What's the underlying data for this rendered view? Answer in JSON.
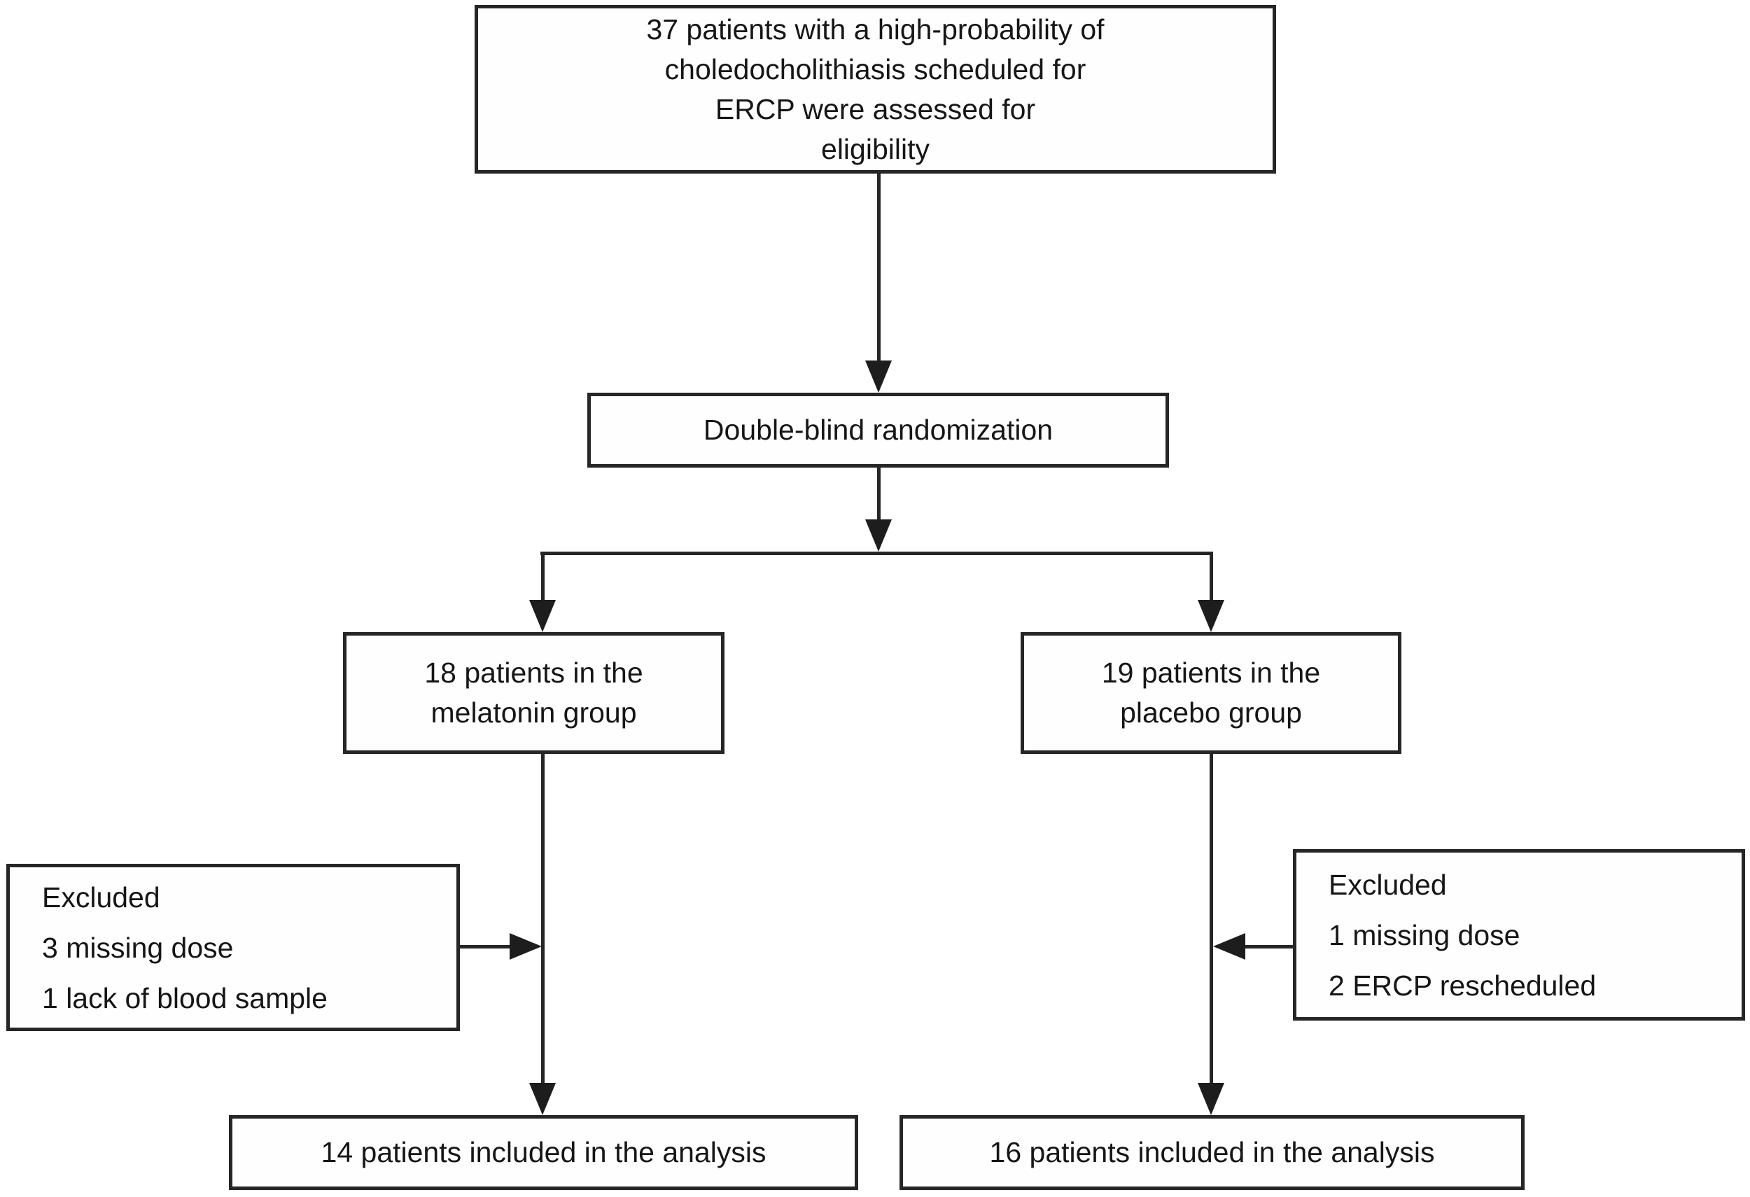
{
  "figure": {
    "colors": {
      "line": "#262626",
      "text": "#161616",
      "background": "#ffffff"
    },
    "boxes": {
      "eligibility": {
        "lines": [
          "37 patients with a high-probability of",
          "choledocholithiasis scheduled for",
          "ERCP were assessed for",
          "eligibility"
        ]
      },
      "randomization": {
        "lines": [
          "Double-blind randomization"
        ]
      },
      "melatonin_group": {
        "lines": [
          "18 patients in the",
          "melatonin group"
        ]
      },
      "placebo_group": {
        "lines": [
          "19 patients in the",
          "placebo group"
        ]
      },
      "excluded_left": {
        "lines": [
          "Excluded",
          "3 missing dose",
          "1 lack of blood sample"
        ]
      },
      "excluded_right": {
        "lines": [
          "Excluded",
          "1 missing dose",
          "2 ERCP rescheduled"
        ]
      },
      "analysis_left": {
        "lines": [
          "14 patients included in the analysis"
        ]
      },
      "analysis_right": {
        "lines": [
          "16 patients included in the analysis"
        ]
      }
    }
  }
}
